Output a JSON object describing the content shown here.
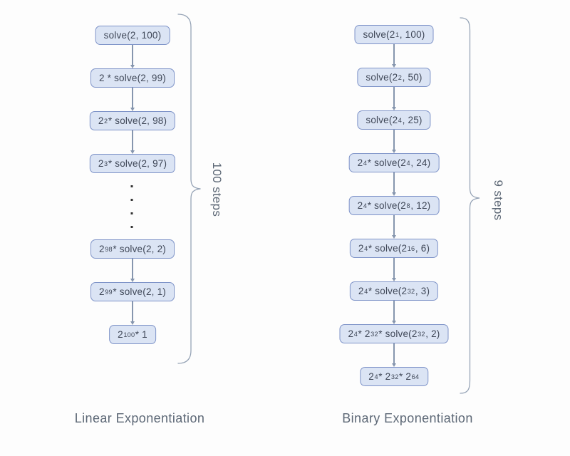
{
  "diagram": {
    "background": "#fdfdfd",
    "box_fill": "#dbe4f4",
    "box_border": "#7e93c8",
    "box_text_color": "#3f4757",
    "arrow_color": "#8696ae",
    "brace_color": "#93a1b4",
    "label_color": "#5d6876",
    "dot_color": "#333333"
  },
  "columns": [
    {
      "id": "linear",
      "title": "Linear Exponentiation",
      "steps_label": "100 steps",
      "items": [
        {
          "type": "box",
          "parts": [
            "solve(2, 100)"
          ]
        },
        {
          "type": "box",
          "parts": [
            "2 * solve(2, 99)"
          ]
        },
        {
          "type": "box",
          "parts": [
            "2",
            {
              "sup": "2"
            },
            " * solve(2, 98)"
          ]
        },
        {
          "type": "box",
          "parts": [
            "2",
            {
              "sup": "3"
            },
            " * solve(2, 97)"
          ]
        },
        {
          "type": "dots",
          "count": 4
        },
        {
          "type": "box",
          "parts": [
            "2",
            {
              "sup": "98"
            },
            " * solve(2, 2)"
          ]
        },
        {
          "type": "box",
          "parts": [
            "2",
            {
              "sup": "99"
            },
            " * solve(2, 1)"
          ]
        },
        {
          "type": "box",
          "parts": [
            "2",
            {
              "sup": "100"
            },
            " * 1"
          ]
        }
      ]
    },
    {
      "id": "binary",
      "title": "Binary Exponentiation",
      "steps_label": "9 steps",
      "items": [
        {
          "type": "box",
          "parts": [
            "solve(2",
            {
              "sup": "1"
            },
            ", 100)"
          ]
        },
        {
          "type": "box",
          "parts": [
            "solve(2",
            {
              "sup": "2"
            },
            ", 50)"
          ]
        },
        {
          "type": "box",
          "parts": [
            "solve(2",
            {
              "sup": "4"
            },
            ", 25)"
          ]
        },
        {
          "type": "box",
          "parts": [
            "2",
            {
              "sup": "4"
            },
            " * solve(2",
            {
              "sup": "4"
            },
            ", 24)"
          ]
        },
        {
          "type": "box",
          "parts": [
            "2",
            {
              "sup": "4"
            },
            " * solve(2",
            {
              "sup": "8"
            },
            ", 12)"
          ]
        },
        {
          "type": "box",
          "parts": [
            "2",
            {
              "sup": "4"
            },
            " * solve(2",
            {
              "sup": "16"
            },
            ", 6)"
          ]
        },
        {
          "type": "box",
          "parts": [
            "2",
            {
              "sup": "4"
            },
            " * solve(2",
            {
              "sup": "32"
            },
            ", 3)"
          ]
        },
        {
          "type": "box",
          "parts": [
            "2",
            {
              "sup": "4"
            },
            " * 2",
            {
              "sup": "32"
            },
            " * solve(2",
            {
              "sup": "32"
            },
            ", 2)"
          ]
        },
        {
          "type": "box",
          "parts": [
            "2",
            {
              "sup": "4"
            },
            " * 2",
            {
              "sup": "32"
            },
            " * 2",
            {
              "sup": "64"
            }
          ]
        }
      ]
    }
  ]
}
